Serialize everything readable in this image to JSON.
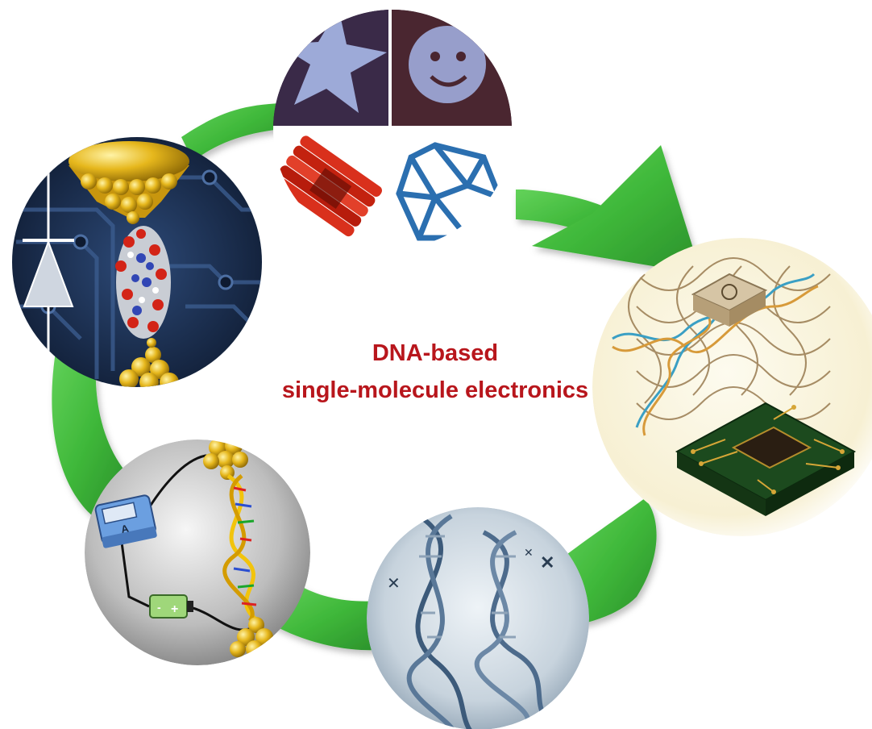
{
  "title": {
    "line1": "DNA-based",
    "line2": "single-molecule electronics"
  },
  "colors": {
    "arrow_green": "#3fb83a",
    "arrow_green_dark": "#2a8f2a",
    "title_red": "#b8161c",
    "gold": "#e2b21a",
    "circuit_blue": "#1b2d4f",
    "dna_blue": "#3c5a7a"
  },
  "panels": [
    {
      "name": "dna-origami-panel",
      "icon": "dna-origami-shapes"
    },
    {
      "name": "nanoelectronics-panel",
      "icon": "dna-on-chip"
    },
    {
      "name": "dna-helix-panel",
      "icon": "dna-double-helix"
    },
    {
      "name": "conductance-measurement-panel",
      "icon": "ammeter-circuit"
    },
    {
      "name": "molecular-junction-panel",
      "icon": "dna-junction-diode"
    }
  ],
  "ammeter": {
    "label": "A"
  },
  "battery": {
    "minus": "-",
    "plus": "+"
  }
}
